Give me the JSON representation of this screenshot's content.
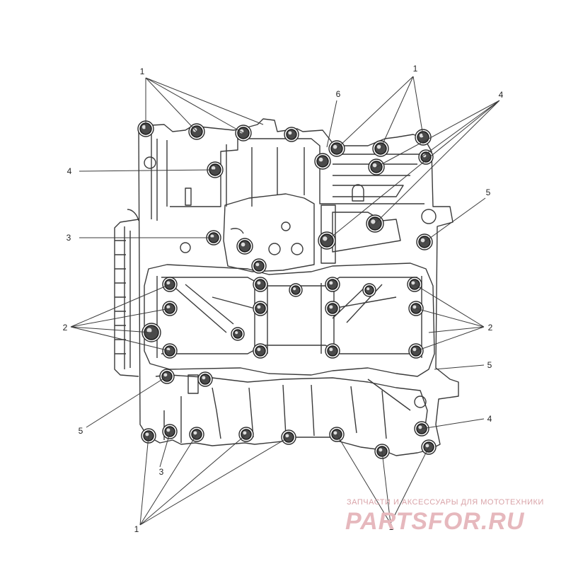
{
  "callouts": {
    "top_left_1": "1",
    "top_right_1": "1",
    "label_6": "6",
    "top_right_4": "4",
    "left_4": "4",
    "right_5_upper": "5",
    "left_3": "3",
    "left_2": "2",
    "right_2": "2",
    "right_5_lower": "5",
    "left_5": "5",
    "right_4_lower": "4",
    "bottom_3": "3",
    "bottom_left_1": "1",
    "bottom_right_1": "1"
  },
  "watermark": {
    "tagline": "ЗАПЧАСТИ И АКСЕССУАРЫ ДЛЯ МОТОТЕХНИКИ",
    "logo": "PARTSFOR.RU"
  },
  "colors": {
    "line": "#3a3a3a",
    "watermark": "#e6b8bd"
  }
}
